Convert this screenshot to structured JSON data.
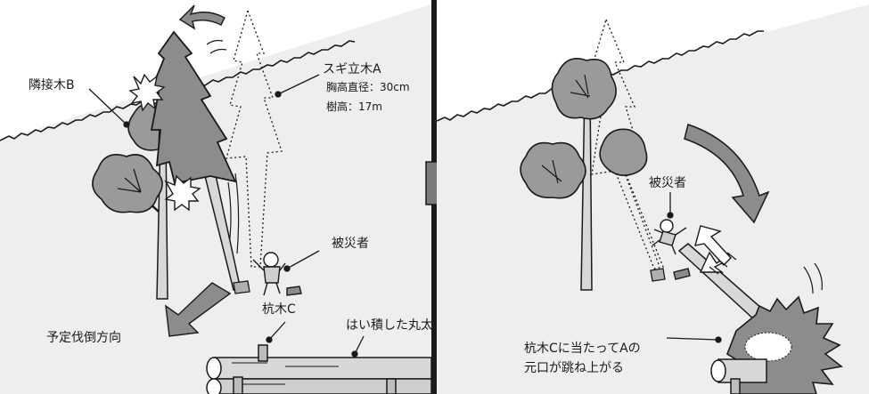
{
  "left_panel": {
    "tree_a_name": "スギ立木A",
    "tree_a_diameter": "胸高直径：30cm",
    "tree_a_height": "樹高：17m",
    "neighbor_tree": "隣接木B",
    "victim": "被災者",
    "planned_direction": "予定伐倒方向",
    "stake": "杭木C",
    "log_pile": "はい積した丸太"
  },
  "right_panel": {
    "victim": "被災者",
    "caption_line1": "杭木Cに当たってAの",
    "caption_line2": "元口が跳ね上がる"
  },
  "colors": {
    "ground": "#eeeeee",
    "tree_fill": "#8c8c8c",
    "outline": "#1a1a1a",
    "panel_arrow": "#7a7a7a"
  }
}
